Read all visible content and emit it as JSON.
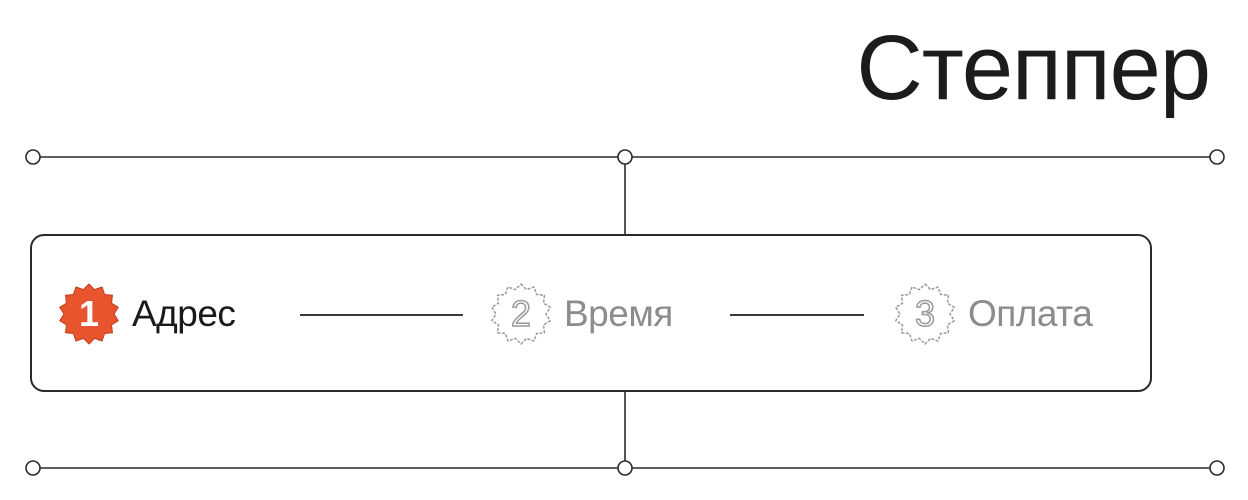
{
  "title": "Степпер",
  "colors": {
    "accent": "#e8542e",
    "line": "#2a2a2a",
    "inactive": "#8c8c8c",
    "active_text": "#1a1a1a"
  },
  "stepper": {
    "current_step": 1,
    "steps": [
      {
        "number": "1",
        "label": "Адрес",
        "state": "active"
      },
      {
        "number": "2",
        "label": "Время",
        "state": "inactive"
      },
      {
        "number": "3",
        "label": "Оплата",
        "state": "inactive"
      }
    ]
  }
}
